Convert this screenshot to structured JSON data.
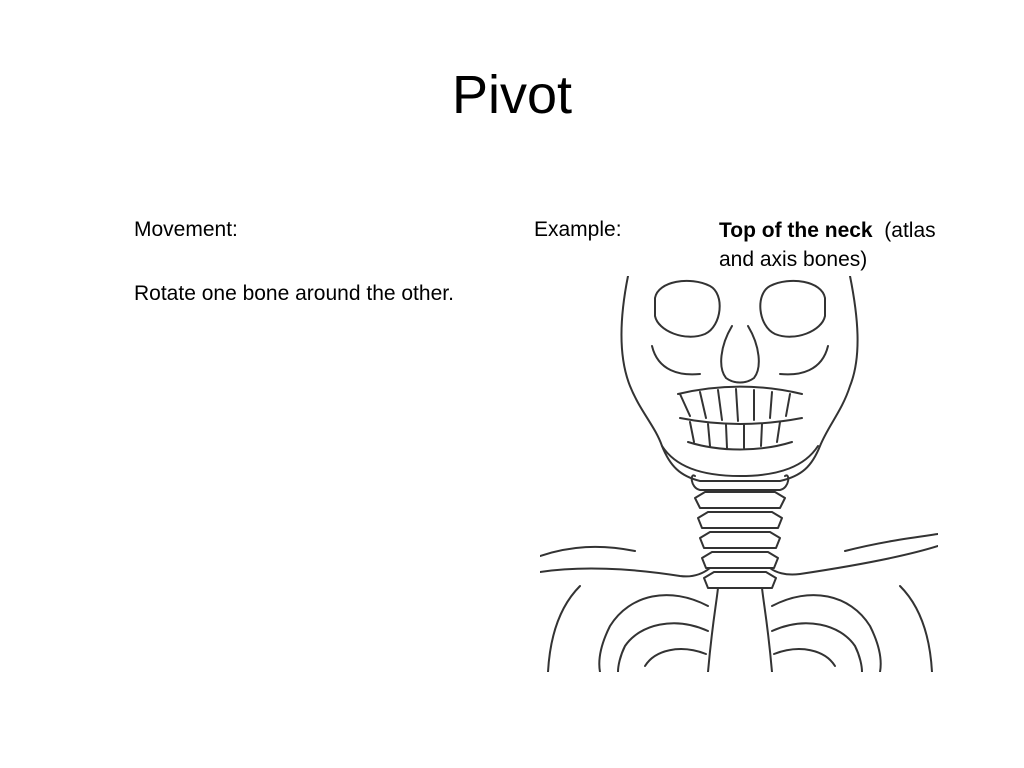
{
  "slide": {
    "title": "Pivot"
  },
  "movement": {
    "heading": "Movement:",
    "description": "Rotate one bone around the other."
  },
  "example": {
    "heading": "Example:",
    "bold_text": "Top of the neck",
    "rest_text": "(atlas and axis bones)"
  },
  "figure": {
    "icon": "skeleton-neck-illustration"
  }
}
